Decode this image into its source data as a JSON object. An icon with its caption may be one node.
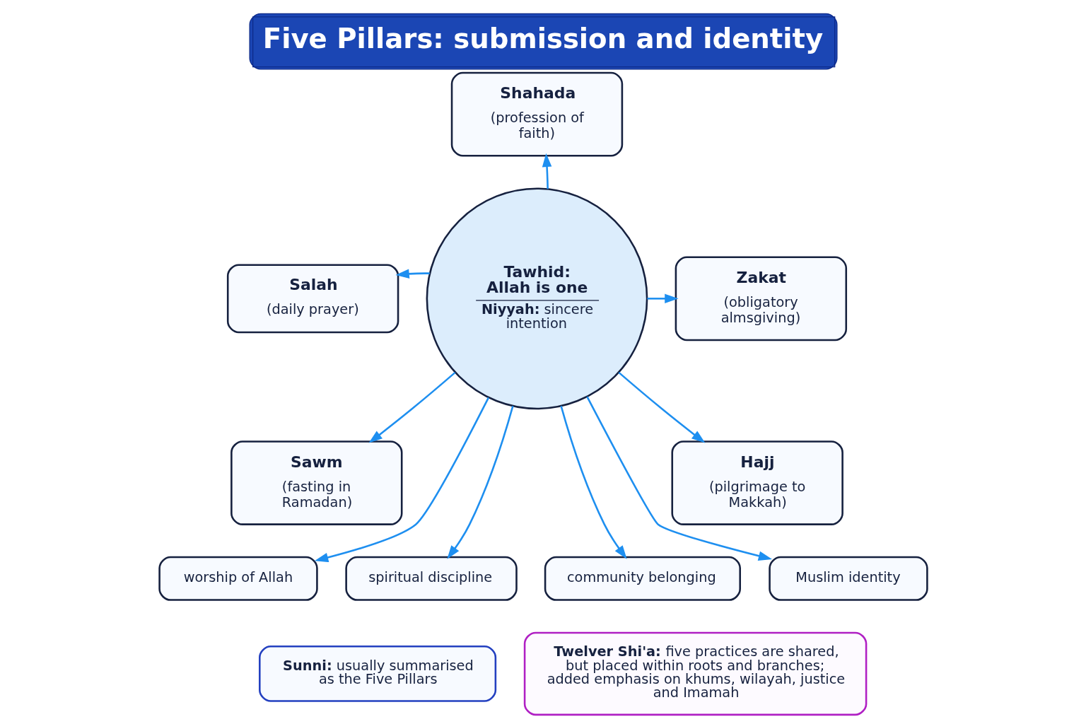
{
  "diagram": {
    "title": "Five Pillars: submission and identity",
    "nodes": [
      {
        "text": [
          "Tawhid: Allah is one",
          "**Niyyah:** sincere intention"
        ]
      },
      {
        "text": [
          "Shahada",
          "(profession of faith)"
        ]
      },
      {
        "text": [
          "Salah",
          "(daily prayer)"
        ]
      },
      {
        "text": [
          "Zakat",
          "(obligatory almsgiving)"
        ]
      },
      {
        "text": [
          "Sawm",
          "(fasting in Ramadan)"
        ]
      },
      {
        "text": [
          "Hajj",
          "(pilgrimage to Makkah)"
        ]
      },
      {
        "text": [
          "worship of Allah"
        ]
      },
      {
        "text": [
          "spiritual discipline"
        ]
      },
      {
        "text": [
          "community belonging"
        ]
      },
      {
        "text": [
          "Muslim identity"
        ]
      },
      {
        "text": [
          "**Sunni:** usually summarised as the Five Pillars"
        ]
      },
      {
        "text": [
          "**Twelver Shi'a:** five practices are shared, but placed within roots and branches; added emphasis on khums, wilayah, justice and Imamah"
        ]
      }
    ],
    "edges": [
      {
        "from": 0,
        "to": 1,
        "arrow": "to"
      },
      {
        "from": 0,
        "to": 2,
        "arrow": "to"
      },
      {
        "from": 0,
        "to": 3,
        "arrow": "to"
      },
      {
        "from": 0,
        "to": 4,
        "arrow": "to"
      },
      {
        "from": 0,
        "to": 5,
        "arrow": "to"
      },
      {
        "from": 0,
        "to": 6,
        "arrow": "to"
      },
      {
        "from": 0,
        "to": 7,
        "arrow": "to"
      },
      {
        "from": 0,
        "to": 8,
        "arrow": "to"
      },
      {
        "from": 0,
        "to": 9,
        "arrow": "to"
      }
    ]
  }
}
